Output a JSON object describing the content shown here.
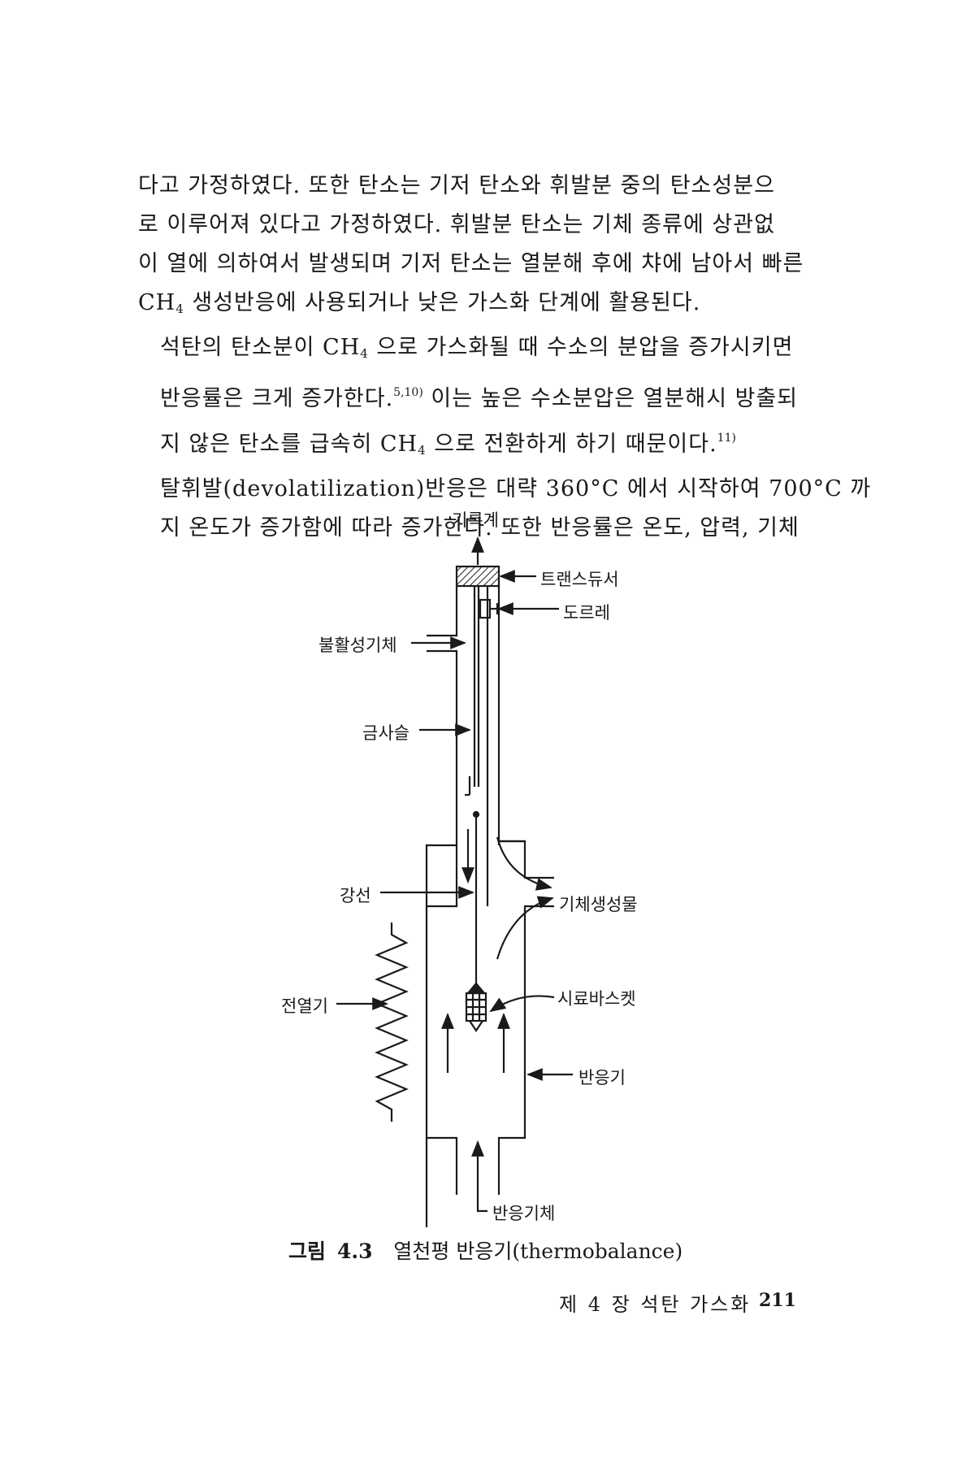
{
  "body": {
    "p1": [
      "다고 가정하였다. 또한 탄소는 기저 탄소와 휘발분 중의 탄소성분으",
      "로 이루어져 있다고 가정하였다. 휘발분 탄소는 기체 종류에 상관없",
      "이 열에 의하여서 발생되며 기저 탄소는 열분해 후에 챠에 남아서 빠른"
    ],
    "p1_last": {
      "pre": "CH",
      "sub": "4",
      "post": " 생성반응에 사용되거나 낮은 가스화 단계에 활용된다."
    },
    "p2_l1": {
      "pre": "석탄의 탄소분이 CH",
      "sub": "4",
      "post": " 으로 가스화될 때 수소의 분압을 증가시키면"
    },
    "p2_l2": {
      "pre": "반응률은 크게 증가한다.",
      "sup": "5,10)",
      "post": " 이는 높은 수소분압은 열분해시 방출되"
    },
    "p2_l3": {
      "pre": "지 않은 탄소를 급속히 CH",
      "sub": "4",
      "mid": " 으로 전환하게 하기 때문이다.",
      "sup": "11)"
    },
    "p3": [
      "탈휘발(devolatilization)반응은 대략 360°C 에서 시작하여 700°C 까",
      "지 온도가 증가함에 따라 증가한다. 또한 반응률은 온도, 압력, 기체"
    ]
  },
  "figure": {
    "labels": {
      "recorder": "기록계",
      "transducer": "트랜스듀서",
      "pulley": "도르레",
      "inert_gas": "불활성기체",
      "gold_chain": "금사슬",
      "steel_wire": "강선",
      "gas_products": "기체생성물",
      "heater": "전열기",
      "sample_basket": "시료바스켓",
      "reactor": "반응기",
      "reactant_gas": "반응기체"
    },
    "caption_label": "그림",
    "caption_number": "4.3",
    "caption_text": "열천평 반응기(thermobalance)"
  },
  "footer": {
    "chapter": "제 4 장 석탄 가스화",
    "page_number": "211"
  }
}
